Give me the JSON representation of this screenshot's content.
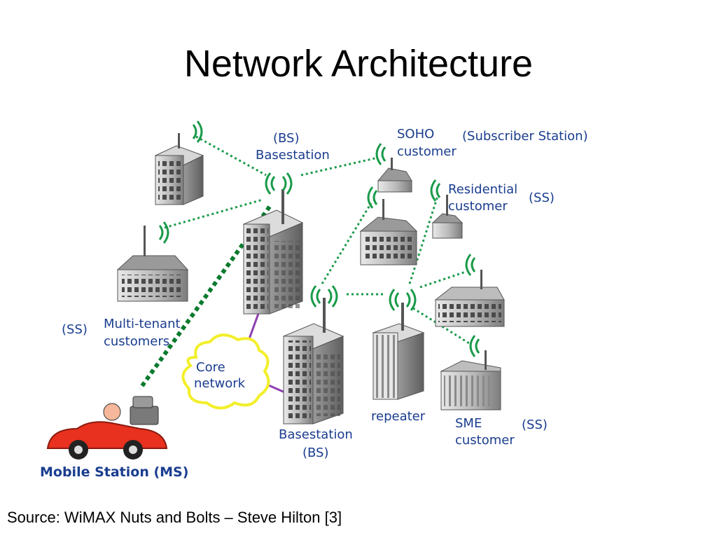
{
  "title": "Network Architecture",
  "source": "Source: WiMAX Nuts and Bolts  – Steve Hilton [3]",
  "labels": {
    "bs_top_line1": "(BS)",
    "bs_top_line2": "Basestation",
    "soho_line1": "SOHO",
    "soho_line2": "customer",
    "subscriber_station": "(Subscriber Station)",
    "residential_line1": "Residential",
    "residential_line2": "customer",
    "residential_ss": "(SS)",
    "multi_tenant_line1": "Multi-tenant",
    "multi_tenant_line2": "customers",
    "multi_tenant_ss": "(SS)",
    "core_line1": "Core",
    "core_line2": "network",
    "repeater": "repeater",
    "bs_bottom_line1": "Basestation",
    "bs_bottom_line2": "(BS)",
    "sme_line1": "SME",
    "sme_line2": "customer",
    "sme_ss": "(SS)",
    "mobile_station": "Mobile Station (MS)"
  },
  "colors": {
    "link_green": "#1a9a4a",
    "mobile_link": "#0a7a2e",
    "label_blue": "#1a3d8f",
    "core_cloud": "#f2ef2a",
    "backhaul_purple": "#8e3fb0",
    "car_red": "#e8311e"
  }
}
